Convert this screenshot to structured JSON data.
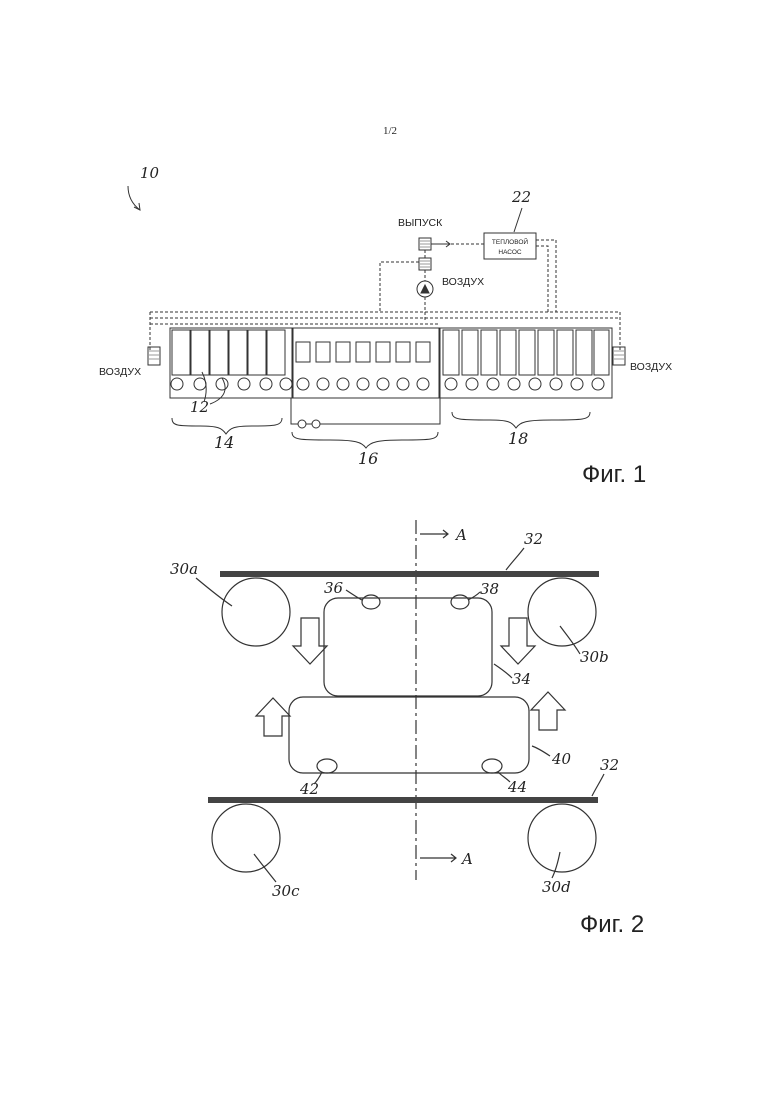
{
  "page_number": "1/2",
  "figure1": {
    "caption": "Фиг. 1",
    "ref_system": "10",
    "ref_heat_pump": "22",
    "ref_unit": "12",
    "ref_section_a": "14",
    "ref_section_b": "16",
    "ref_section_c": "18",
    "heat_pump_line1": "ТЕПЛОВОЙ",
    "heat_pump_line2": "НАСОС",
    "exhaust_label": "ВЫПУСК",
    "air_top_label": "ВОЗДУХ",
    "air_left_label": "ВОЗДУХ",
    "air_right_label": "ВОЗДУХ"
  },
  "figure2": {
    "caption": "Фиг. 2",
    "section_label_top": "A",
    "section_label_bottom": "A",
    "ref_roll_30a": "30a",
    "ref_roll_30b": "30b",
    "ref_roll_30c": "30c",
    "ref_roll_30d": "30d",
    "ref_belt_top": "32",
    "ref_belt_bottom": "32",
    "ref_upper_box": "34",
    "ref_nozzle_36": "36",
    "ref_nozzle_38": "38",
    "ref_lower_box": "40",
    "ref_nozzle_42": "42",
    "ref_nozzle_44": "44"
  }
}
